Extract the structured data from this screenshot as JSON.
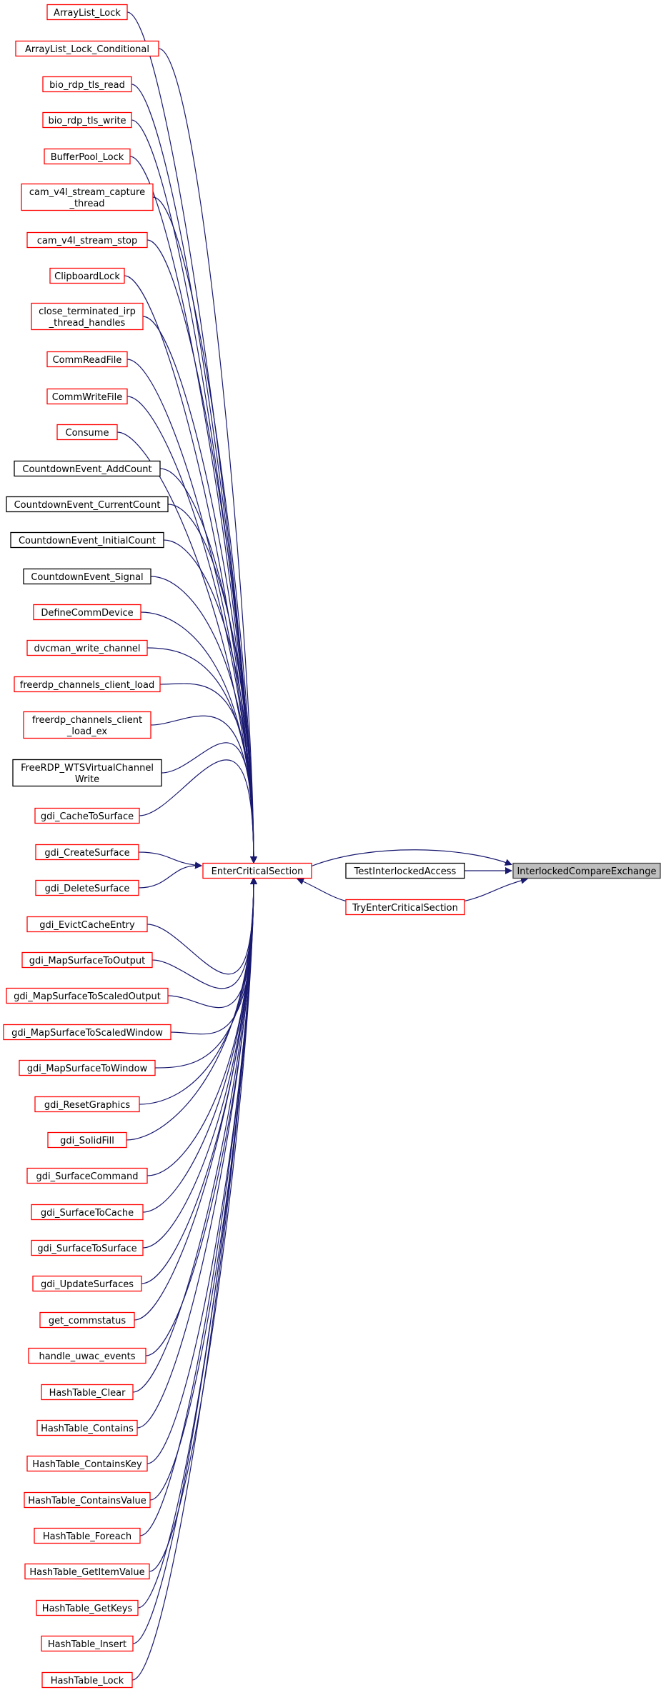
{
  "colors": {
    "edge": "#191970",
    "link_border": "#ff0000",
    "plain_border": "#000000",
    "focus_fill": "#bfbfbf",
    "focus_border": "#404040"
  },
  "focus": {
    "label": "InterlockedCompareExchange"
  },
  "middle": [
    {
      "key": "enter",
      "label": "EnterCriticalSection",
      "border": "red"
    },
    {
      "key": "test",
      "label": "TestInterlockedAccess",
      "border": "black"
    },
    {
      "key": "try",
      "label": "TryEnterCriticalSection",
      "border": "red"
    }
  ],
  "callers": [
    {
      "lines": [
        "ArrayList_Lock"
      ],
      "border": "red"
    },
    {
      "lines": [
        "ArrayList_Lock_Conditional"
      ],
      "border": "red"
    },
    {
      "lines": [
        "bio_rdp_tls_read"
      ],
      "border": "red"
    },
    {
      "lines": [
        "bio_rdp_tls_write"
      ],
      "border": "red"
    },
    {
      "lines": [
        "BufferPool_Lock"
      ],
      "border": "red"
    },
    {
      "lines": [
        "cam_v4l_stream_capture",
        "_thread"
      ],
      "border": "red"
    },
    {
      "lines": [
        "cam_v4l_stream_stop"
      ],
      "border": "red"
    },
    {
      "lines": [
        "ClipboardLock"
      ],
      "border": "red"
    },
    {
      "lines": [
        "close_terminated_irp",
        "_thread_handles"
      ],
      "border": "red"
    },
    {
      "lines": [
        "CommReadFile"
      ],
      "border": "red"
    },
    {
      "lines": [
        "CommWriteFile"
      ],
      "border": "red"
    },
    {
      "lines": [
        "Consume"
      ],
      "border": "red"
    },
    {
      "lines": [
        "CountdownEvent_AddCount"
      ],
      "border": "black"
    },
    {
      "lines": [
        "CountdownEvent_CurrentCount"
      ],
      "border": "black"
    },
    {
      "lines": [
        "CountdownEvent_InitialCount"
      ],
      "border": "black"
    },
    {
      "lines": [
        "CountdownEvent_Signal"
      ],
      "border": "black"
    },
    {
      "lines": [
        "DefineCommDevice"
      ],
      "border": "red"
    },
    {
      "lines": [
        "dvcman_write_channel"
      ],
      "border": "red"
    },
    {
      "lines": [
        "freerdp_channels_client_load"
      ],
      "border": "red"
    },
    {
      "lines": [
        "freerdp_channels_client",
        "_load_ex"
      ],
      "border": "red"
    },
    {
      "lines": [
        "FreeRDP_WTSVirtualChannel",
        "Write"
      ],
      "border": "black"
    },
    {
      "lines": [
        "gdi_CacheToSurface"
      ],
      "border": "red"
    },
    {
      "lines": [
        "gdi_CreateSurface"
      ],
      "border": "red"
    },
    {
      "lines": [
        "gdi_DeleteSurface"
      ],
      "border": "red"
    },
    {
      "lines": [
        "gdi_EvictCacheEntry"
      ],
      "border": "red"
    },
    {
      "lines": [
        "gdi_MapSurfaceToOutput"
      ],
      "border": "red"
    },
    {
      "lines": [
        "gdi_MapSurfaceToScaledOutput"
      ],
      "border": "red"
    },
    {
      "lines": [
        "gdi_MapSurfaceToScaledWindow"
      ],
      "border": "red"
    },
    {
      "lines": [
        "gdi_MapSurfaceToWindow"
      ],
      "border": "red"
    },
    {
      "lines": [
        "gdi_ResetGraphics"
      ],
      "border": "red"
    },
    {
      "lines": [
        "gdi_SolidFill"
      ],
      "border": "red"
    },
    {
      "lines": [
        "gdi_SurfaceCommand"
      ],
      "border": "red"
    },
    {
      "lines": [
        "gdi_SurfaceToCache"
      ],
      "border": "red"
    },
    {
      "lines": [
        "gdi_SurfaceToSurface"
      ],
      "border": "red"
    },
    {
      "lines": [
        "gdi_UpdateSurfaces"
      ],
      "border": "red"
    },
    {
      "lines": [
        "get_commstatus"
      ],
      "border": "red"
    },
    {
      "lines": [
        "handle_uwac_events"
      ],
      "border": "red"
    },
    {
      "lines": [
        "HashTable_Clear"
      ],
      "border": "red"
    },
    {
      "lines": [
        "HashTable_Contains"
      ],
      "border": "red"
    },
    {
      "lines": [
        "HashTable_ContainsKey"
      ],
      "border": "red"
    },
    {
      "lines": [
        "HashTable_ContainsValue"
      ],
      "border": "red"
    },
    {
      "lines": [
        "HashTable_Foreach"
      ],
      "border": "red"
    },
    {
      "lines": [
        "HashTable_GetItemValue"
      ],
      "border": "red"
    },
    {
      "lines": [
        "HashTable_GetKeys"
      ],
      "border": "red"
    },
    {
      "lines": [
        "HashTable_Insert"
      ],
      "border": "red"
    },
    {
      "lines": [
        "HashTable_Lock"
      ],
      "border": "red"
    }
  ]
}
